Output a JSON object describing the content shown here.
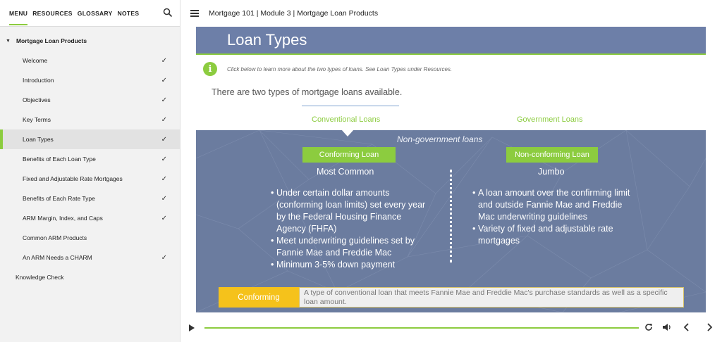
{
  "sidebar": {
    "tabs": [
      {
        "label": "MENU",
        "active": true
      },
      {
        "label": "RESOURCES",
        "active": false
      },
      {
        "label": "GLOSSARY",
        "active": false
      },
      {
        "label": "NOTES",
        "active": false
      }
    ],
    "section_title": "Mortgage Loan Products",
    "items": [
      {
        "label": "Welcome",
        "completed": true
      },
      {
        "label": "Introduction",
        "completed": true
      },
      {
        "label": "Objectives",
        "completed": true
      },
      {
        "label": "Key Terms",
        "completed": true
      },
      {
        "label": "Loan Types",
        "completed": true,
        "current": true
      },
      {
        "label": "Benefits of Each Loan Type",
        "completed": true
      },
      {
        "label": "Fixed and Adjustable Rate Mortgages",
        "completed": true
      },
      {
        "label": "Benefits of Each Rate Type",
        "completed": true
      },
      {
        "label": "ARM Margin, Index, and Caps",
        "completed": true
      },
      {
        "label": "Common ARM Products",
        "completed": false
      },
      {
        "label": "An ARM Needs a CHARM",
        "completed": true
      }
    ],
    "footer_item": "Knowledge Check"
  },
  "header": {
    "breadcrumb": "Mortgage 101 | Module 3 | Mortgage Loan Products"
  },
  "slide": {
    "title": "Loan Types",
    "info_text": "Click below to learn more about the two types of loans. See Loan Types under Resources.",
    "intro": "There are two types of mortgage loans available.",
    "tabs": {
      "conventional": "Conventional Loans",
      "government": "Government Loans"
    },
    "panel": {
      "heading": "Non-government loans",
      "left": {
        "button": "Conforming Loan",
        "subhead": "Most Common",
        "bullets": [
          "Under certain dollar amounts (conforming loan limits) set every year by the Federal Housing Finance Agency (FHFA)",
          "Meet underwriting guidelines set by Fannie Mae and Freddie Mac",
          "Minimum 3-5% down payment"
        ]
      },
      "right": {
        "button": "Non-conforming Loan",
        "subhead": "Jumbo",
        "bullets": [
          "A loan amount over the confirming limit and outside Fannie Mae and Freddie Mac underwriting guidelines",
          "Variety of fixed and adjustable rate mortgages"
        ]
      },
      "definition": {
        "term": "Conforming",
        "text": "A type of conventional loan that meets Fannie Mae and Freddie Mac's purchase standards as well as a specific loan amount."
      }
    }
  },
  "player": {
    "progress": 1.0,
    "icons": [
      "play-icon",
      "replay-icon",
      "volume-icon",
      "prev-icon",
      "next-icon"
    ]
  },
  "colors": {
    "accent_green": "#8ccc3f",
    "title_blue": "#6d7fa8",
    "panel_blue": "#6b7c9f",
    "definition_yellow": "#f5c21b"
  }
}
